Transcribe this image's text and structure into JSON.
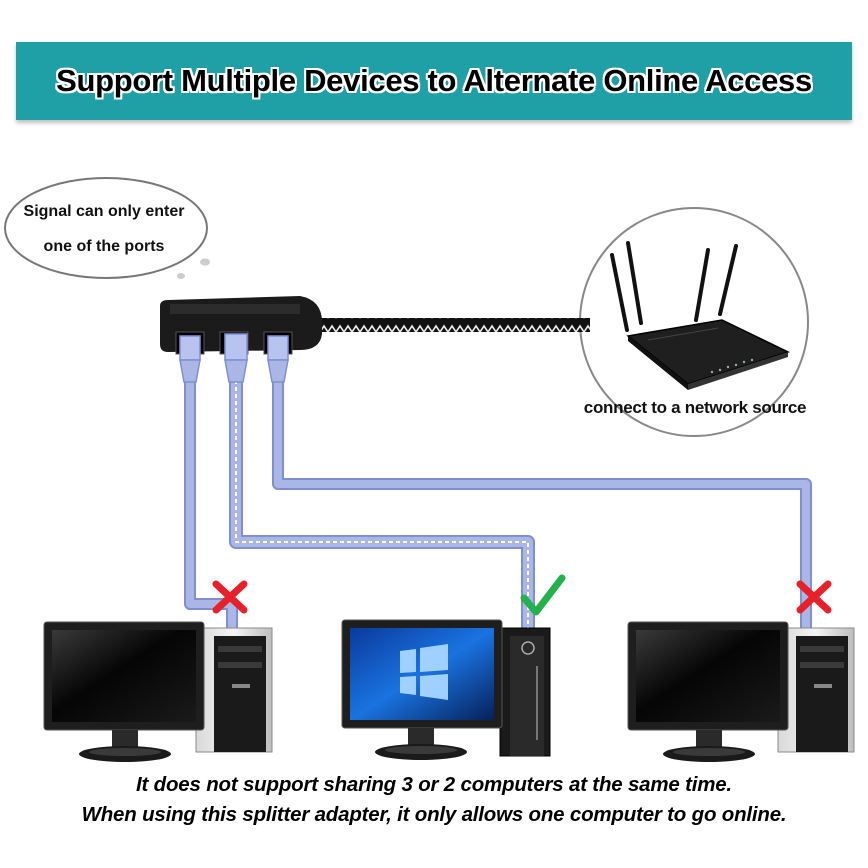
{
  "title": "Support Multiple Devices to Alternate Online Access",
  "note_bubble": {
    "line1": "Signal can only enter",
    "line2": "one of the ports"
  },
  "router_caption": "connect to a network source",
  "computers": [
    {
      "position": "left",
      "status": "x-mark-icon",
      "online": false
    },
    {
      "position": "middle",
      "status": "check-mark-icon",
      "online": true
    },
    {
      "position": "right",
      "status": "x-mark-icon",
      "online": false
    }
  ],
  "footer": {
    "line1": "It does not support sharing 3 or 2 computers at the same time.",
    "line2": "When using this splitter adapter, it only allows one computer to go online."
  },
  "colors": {
    "banner": "#1f9fa6",
    "cable": "#a9b6e6",
    "cable_edge": "#7f8fd0",
    "x_mark": "#e8202a",
    "check_mark": "#22b14c"
  }
}
